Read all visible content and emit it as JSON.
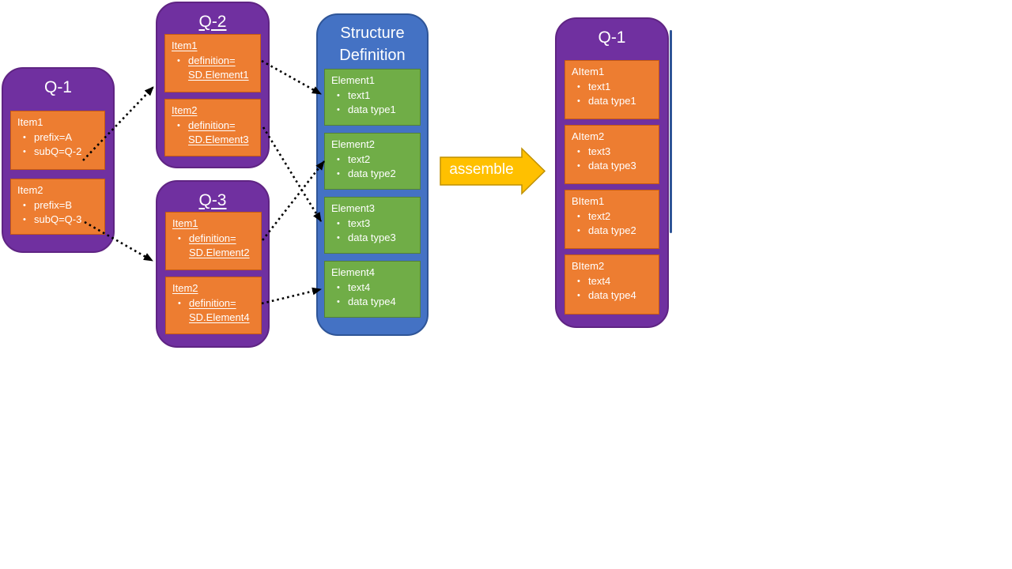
{
  "glyphs": {
    "bullet": "•"
  },
  "colors": {
    "purple": "#7030A0",
    "purple_border": "#5F2483",
    "orange": "#ED7D31",
    "orange_border": "#C55A11",
    "blue": "#4472C4",
    "blue_border": "#2F5597",
    "green": "#70AD47",
    "green_border": "#548235",
    "gold": "#FFC000",
    "gold_border": "#BF9000",
    "connector": "#000000",
    "text": "#FFFFFF"
  },
  "left_q1": {
    "title": "Q-1",
    "items": [
      {
        "header": "Item1",
        "bullets": [
          "prefix=A",
          "subQ=Q-2"
        ]
      },
      {
        "header": "Item2",
        "bullets": [
          "prefix=B",
          "subQ=Q-3"
        ]
      }
    ]
  },
  "q2": {
    "title": "Q-2",
    "items": [
      {
        "header": "Item1",
        "bullet": "definition=",
        "bullet_cont": "SD.Element1"
      },
      {
        "header": "Item2",
        "bullet": "definition=",
        "bullet_cont": "SD.Element3"
      }
    ]
  },
  "q3": {
    "title": "Q-3",
    "items": [
      {
        "header": "Item1",
        "bullet": "definition=",
        "bullet_cont": "SD.Element2"
      },
      {
        "header": "Item2",
        "bullet": "definition=",
        "bullet_cont": "SD.Element4"
      }
    ]
  },
  "structure_definition": {
    "title": "Structure Definition",
    "elements": [
      {
        "header": "Element1",
        "bullets": [
          "text1",
          "data type1"
        ]
      },
      {
        "header": "Element2",
        "bullets": [
          "text2",
          "data type2"
        ]
      },
      {
        "header": "Element3",
        "bullets": [
          "text3",
          "data type3"
        ]
      },
      {
        "header": "Element4",
        "bullets": [
          "text4",
          "data type4"
        ]
      }
    ]
  },
  "assemble": {
    "label": "assemble"
  },
  "right_q1": {
    "title": "Q-1",
    "items": [
      {
        "header": "AItem1",
        "bullets": [
          "text1",
          "data type1"
        ]
      },
      {
        "header": "AItem2",
        "bullets": [
          "text3",
          "data type3"
        ]
      },
      {
        "header": "BItem1",
        "bullets": [
          "text2",
          "data type2"
        ]
      },
      {
        "header": "BItem2",
        "bullets": [
          "text4",
          "data type4"
        ]
      }
    ]
  },
  "connections": [
    {
      "from": "Q-1.Item1.subQ",
      "to": "Q-2"
    },
    {
      "from": "Q-1.Item2.subQ",
      "to": "Q-3"
    },
    {
      "from": "Q-2.Item1.definition",
      "to": "SD.Element1"
    },
    {
      "from": "Q-2.Item2.definition",
      "to": "SD.Element3"
    },
    {
      "from": "Q-3.Item1.definition",
      "to": "SD.Element2"
    },
    {
      "from": "Q-3.Item2.definition",
      "to": "SD.Element4"
    }
  ]
}
